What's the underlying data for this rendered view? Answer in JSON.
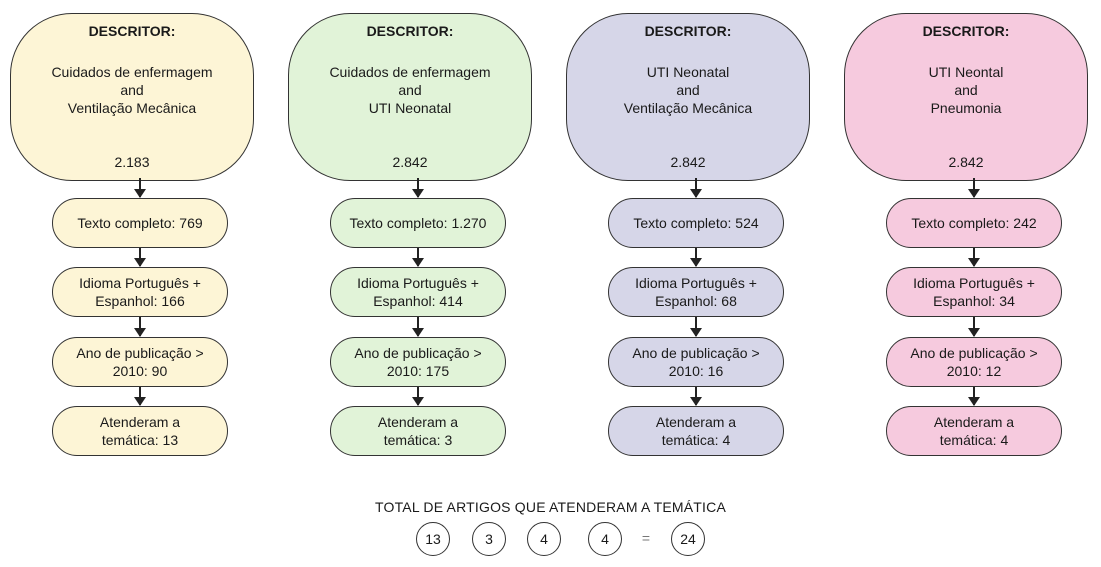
{
  "columns": [
    {
      "color": "#fdf5d6",
      "head_title": "DESCRITOR:",
      "head_desc": "Cuidados de enfermagem\nand\nVentilação Mecânica",
      "head_count": "2.183",
      "steps": [
        "Texto completo: 769",
        "Idioma Português +\nEspanhol: 166",
        "Ano de publicação >\n2010: 90",
        "Atenderam a\ntemática: 13"
      ]
    },
    {
      "color": "#e1f3d8",
      "head_title": "DESCRITOR:",
      "head_desc": "Cuidados de enfermagem\nand\nUTI Neonatal",
      "head_count": "2.842",
      "steps": [
        "Texto completo: 1.270",
        "Idioma Português +\nEspanhol: 414",
        "Ano de publicação >\n2010: 175",
        "Atenderam a\ntemática: 3"
      ]
    },
    {
      "color": "#d6d6e8",
      "head_title": "DESCRITOR:",
      "head_desc": "UTI Neonatal\nand\nVentilação Mecânica",
      "head_count": "2.842",
      "steps": [
        "Texto completo: 524",
        "Idioma Português +\nEspanhol: 68",
        "Ano de publicação >\n2010: 16",
        "Atenderam a\ntemática: 4"
      ]
    },
    {
      "color": "#f6cade",
      "head_title": "DESCRITOR:",
      "head_desc": "UTI Neontal\nand\nPneumonia",
      "head_count": "2.842",
      "steps": [
        "Texto completo: 242",
        "Idioma Português +\nEspanhol: 34",
        "Ano de publicação >\n2010: 12",
        "Atenderam a\ntemática: 4"
      ]
    }
  ],
  "total": {
    "title": "TOTAL DE ARTIGOS QUE ATENDERAM A TEMÁTICA",
    "values": [
      "13",
      "3",
      "4",
      "4"
    ],
    "equals": "=",
    "result": "24"
  }
}
